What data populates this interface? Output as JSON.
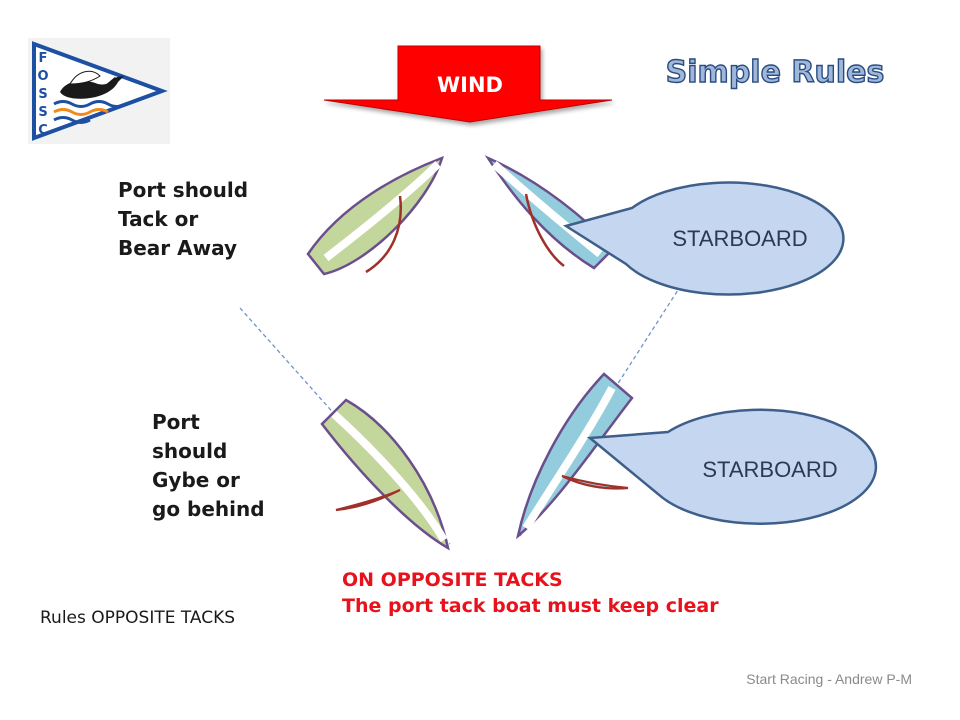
{
  "slide": {
    "title": "Simple Rules",
    "wind_label": "WIND",
    "logo_letters": [
      "F",
      "O",
      "S",
      "S",
      "C"
    ],
    "labels": {
      "port_top": [
        "Port should",
        "Tack or",
        "Bear Away"
      ],
      "port_bottom": [
        "Port",
        "should",
        "Gybe or",
        "go behind"
      ]
    },
    "callouts": {
      "top": "STARBOARD",
      "bottom": "STARBOARD"
    },
    "rule": {
      "line1": "ON OPPOSITE TACKS",
      "line2": "The port tack boat must keep clear"
    },
    "footer_left": "Rules OPPOSITE TACKS",
    "footer_right": "Start Racing - Andrew P-M"
  },
  "colors": {
    "wind_arrow": "#ff0000",
    "title_fill": "#9fb8d9",
    "title_stroke": "#2a4c82",
    "port_hull": "#c3d69b",
    "starboard_hull": "#93cddd",
    "hull_outline": "#6a4f8c",
    "sail": "#a0302a",
    "callout_fill": "#c5d7f0",
    "callout_stroke": "#3e5f8a",
    "rule_text": "#e8121c",
    "logo_blue": "#1d4fa3"
  }
}
